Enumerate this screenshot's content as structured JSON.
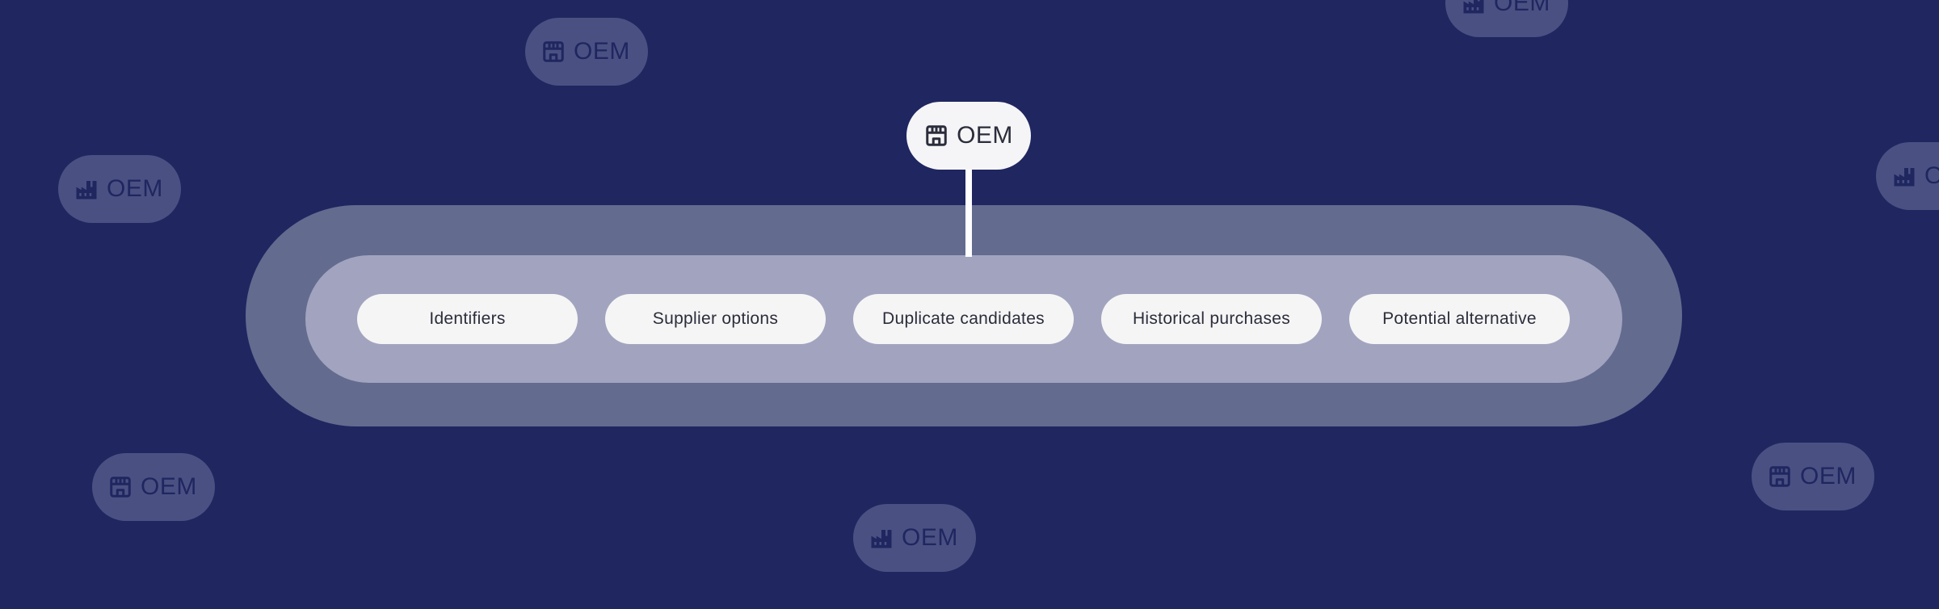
{
  "colors": {
    "background": "#1f2660",
    "faded_pill": "#4a5182",
    "outer_band": "#636b8f",
    "inner_band": "#a2a4bf",
    "node_fill": "#f5f5f7",
    "text_dark": "#2b2d3a"
  },
  "main_node": {
    "label": "OEM",
    "icon": "storefront-icon"
  },
  "background_nodes": [
    {
      "label": "OEM",
      "icon": "storefront-icon"
    },
    {
      "label": "OEM",
      "icon": "factory-icon"
    },
    {
      "label": "OEM",
      "icon": "factory-icon"
    },
    {
      "label": "OEM",
      "icon": "factory-icon"
    },
    {
      "label": "OEM",
      "icon": "storefront-icon"
    },
    {
      "label": "OEM",
      "icon": "factory-icon"
    },
    {
      "label": "OEM",
      "icon": "storefront-icon"
    }
  ],
  "chips": [
    {
      "label": "Identifiers"
    },
    {
      "label": "Supplier options"
    },
    {
      "label": "Duplicate candidates"
    },
    {
      "label": "Historical purchases"
    },
    {
      "label": "Potential alternative"
    }
  ]
}
